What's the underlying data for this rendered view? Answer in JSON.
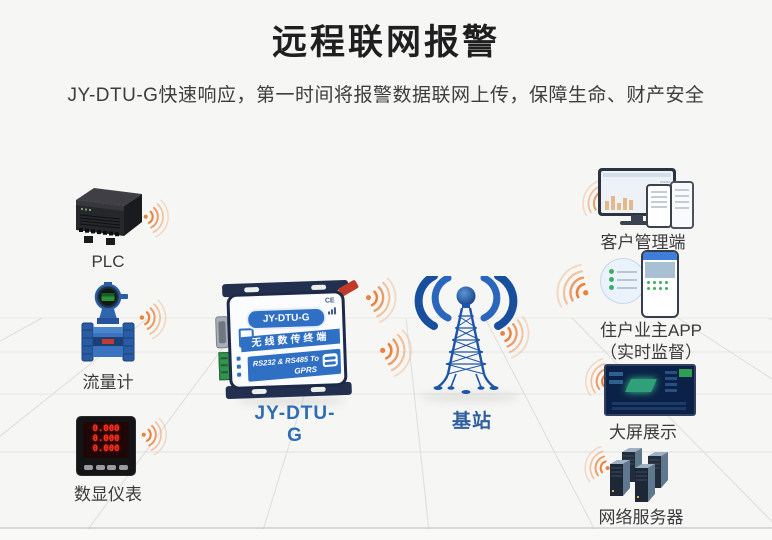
{
  "header": {
    "title": "远程联网报警",
    "subtitle": "JY-DTU-G快速响应，第一时间将报警数据联网上传，保障生命、财产安全"
  },
  "left_devices": {
    "plc": {
      "label": "PLC"
    },
    "flow_meter": {
      "label": "流量计"
    },
    "digital_meter": {
      "label": "数显仪表",
      "display_rows": [
        "0.000",
        "0.000",
        "0.000"
      ]
    }
  },
  "center": {
    "dtu": {
      "label": "JY-DTU-G",
      "face_model": "JY-DTU-G",
      "face_name": "无线数传终端",
      "face_interface": "RS232 & RS485 To",
      "face_network": "GPRS",
      "face_cert": "CE"
    },
    "base_station": {
      "label": "基站"
    }
  },
  "right_endpoints": {
    "client_management": {
      "label": "客户管理端"
    },
    "owner_app": {
      "label_line1": "住户业主APP",
      "label_line2": "（实时监督）"
    },
    "big_screen": {
      "label": "大屏展示"
    },
    "network_server": {
      "label": "网络服务器"
    }
  },
  "colors": {
    "accent_orange": "#E8823C",
    "brand_blue": "#1D55A8",
    "device_label_blue": "#2E6CB5",
    "title_black": "#1F1F1F"
  }
}
